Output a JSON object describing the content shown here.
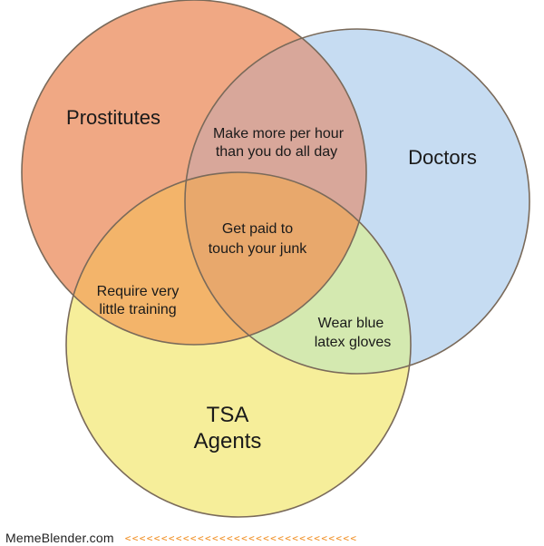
{
  "sets": {
    "prostitutes": {
      "label": "Prostitutes",
      "color": "#f0a884"
    },
    "doctors": {
      "label": "Doctors",
      "color": "#c6dcf2"
    },
    "tsa": {
      "label_line1": "TSA",
      "label_line2": "Agents",
      "color": "#f6ee9a"
    }
  },
  "regions": {
    "prostitutes_doctors": {
      "line1": "Make more per hour",
      "line2": "than you do all day"
    },
    "all_three": {
      "line1": "Get paid to",
      "line2": "touch your junk"
    },
    "prostitutes_tsa": {
      "line1": "Require very",
      "line2": "little training"
    },
    "doctors_tsa": {
      "line1": "Wear blue",
      "line2": "latex gloves"
    }
  },
  "overlap_colors": {
    "prostitutes_doctors": "#d8a79a",
    "prostitutes_tsa": "#f3b46a",
    "doctors_tsa": "#d4e9b0",
    "all_three": "#e8a86c"
  },
  "footer": {
    "site": "MemeBlender.com",
    "arrows": "<<<<<<<<<<<<<<<<<<<<<<<<<<<<<<<<"
  }
}
